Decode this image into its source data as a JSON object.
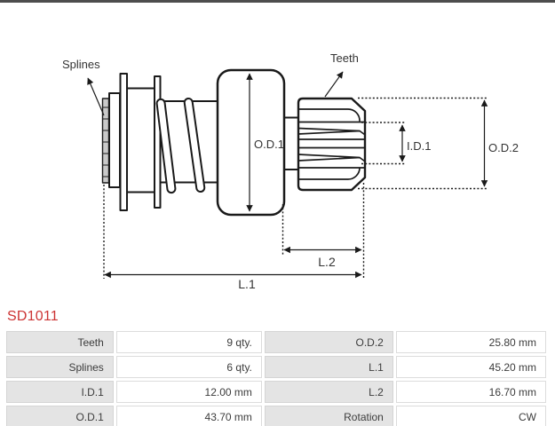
{
  "part": {
    "code": "SD1011",
    "code_color": "#cc3333"
  },
  "diagram": {
    "labels": {
      "splines": "Splines",
      "teeth": "Teeth",
      "od1": "O.D.1",
      "id1": "I.D.1",
      "od2": "O.D.2",
      "l1": "L.1",
      "l2": "L.2"
    },
    "line_color": "#1a1a1a",
    "spline_fill": "#c9c9c9"
  },
  "spec_table": {
    "rows": [
      {
        "label1": "Teeth",
        "value1": "9 qty.",
        "label2": "O.D.2",
        "value2": "25.80 mm"
      },
      {
        "label1": "Splines",
        "value1": "6 qty.",
        "label2": "L.1",
        "value2": "45.20 mm"
      },
      {
        "label1": "I.D.1",
        "value1": "12.00 mm",
        "label2": "L.2",
        "value2": "16.70 mm"
      },
      {
        "label1": "O.D.1",
        "value1": "43.70 mm",
        "label2": "Rotation",
        "value2": "CW"
      }
    ]
  }
}
